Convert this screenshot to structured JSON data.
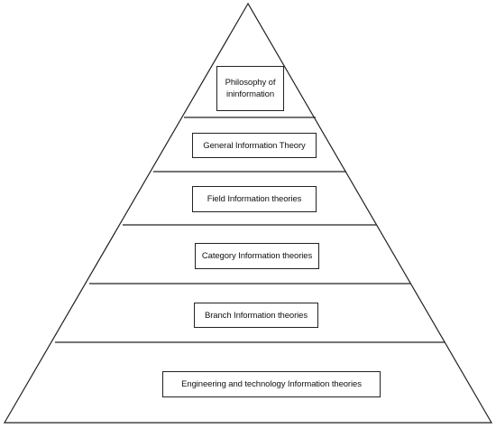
{
  "diagram": {
    "type": "pyramid",
    "levels": [
      {
        "lines": [
          "Philosophy of",
          "ininformation"
        ]
      },
      {
        "lines": [
          "General Information Theory"
        ]
      },
      {
        "lines": [
          "Field Information theories"
        ]
      },
      {
        "lines": [
          "Category Information theories"
        ]
      },
      {
        "lines": [
          "Branch Information theories"
        ]
      },
      {
        "lines": [
          "Engineering and technology Information theories"
        ]
      }
    ]
  }
}
